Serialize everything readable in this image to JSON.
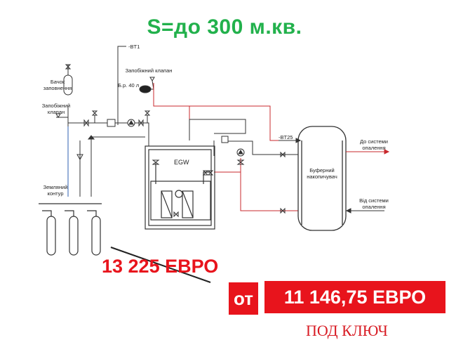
{
  "headline": "S=до 300 м.кв.",
  "labels": {
    "bt1": "-BT1",
    "safety_valve_top": "Запобіжний клапан",
    "expansion_tank": "Б.р. 40 л",
    "fill_tank": "Бачок заповнення",
    "safety_valve_left": "Запобіжний клапан",
    "egw": "EGW",
    "bt25": "-BT25",
    "buffer_tank": "Буферний накопичувач",
    "to_heating": "До системи опалення",
    "from_heating": "Від системи опалення",
    "ground_loop": "Земляний контур"
  },
  "pricing": {
    "old_price": "13 225 ЕВРО",
    "from_label": "от",
    "new_price": "11 146,75 ЕВРО",
    "turnkey": "ПОД КЛЮЧ"
  },
  "colors": {
    "headline": "#22b14c",
    "price_red": "#e8141c",
    "hot_line": "#c8282d",
    "pipe": "#333333"
  }
}
